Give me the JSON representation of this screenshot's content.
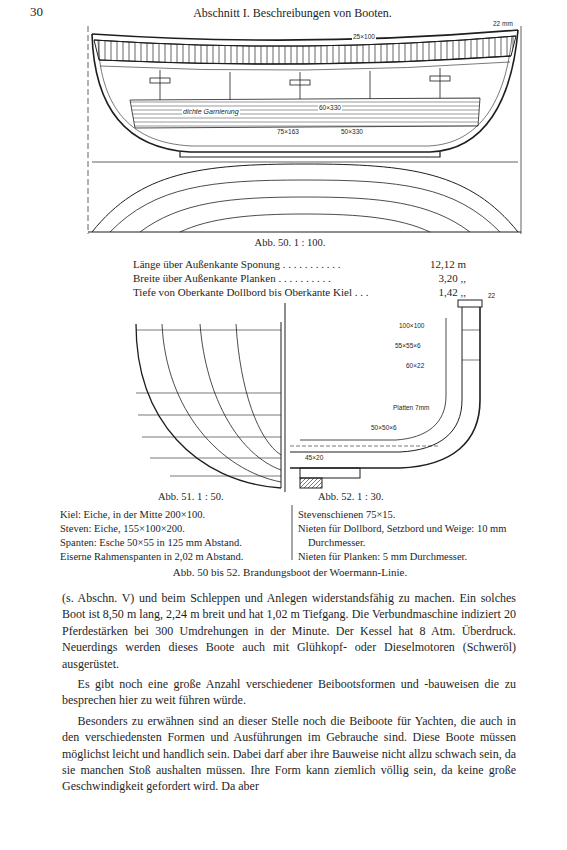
{
  "diagram": {
    "title": "Abschnitt I. Beschreibungen von Booten.",
    "caption": "Abb. 50 bis 52. Brandungsboot der Woermann-Linie.",
    "labels": [
      "30",
      "25×100",
      "22 mm",
      "60×330",
      "75×163",
      "50×330",
      "dichte Garnierung",
      "Abb. 50. 1 : 100.",
      "Länge über Außenkante Sponung . . . . . . . . . . .",
      "12,12 m",
      "Breite über Außenkante Planken . . . . . . . . . .",
      "3,20 ,,",
      "Tiefe von Oberkante Dollbord bis Oberkante Kiel . . .",
      "1,42 ,,",
      "22",
      "100×100",
      "55×55×6",
      "60×22",
      "Platten 7mm",
      "50×50×6",
      "45×20",
      "Abb. 51. 1 : 50.",
      "Abb. 52. 1 : 30.",
      "Kiel: Eiche, in der Mitte 200×100.",
      "Steven: Eiche, 155×100×200.",
      "Spanten: Esche 50×55 in 125 mm Abstand.",
      "Eiserne Rahmenspanten in 2,02 m Abstand.",
      "Stevenschienen 75×15.",
      "Nieten für Dollbord, Setzbord und Weige: 10 mm Durchmesser.",
      "Nieten für Planken: 5 mm Durchmesser.",
      "(s. Abschn. V) und beim Schleppen und Anlegen widerstandsfähig zu machen. Ein solches Boot ist 8,50 m lang, 2,24 m breit und hat 1,02 m Tiefgang. Die Verbundmaschine indiziert 20 Pferdestärken bei 300 Umdrehungen in der Minute. Der Kessel hat 8 Atm. Überdruck. Neuerdings werden dieses Boote auch mit Glühkopf- oder Dieselmotoren (Schweröl) ausgerüstet.",
      "Es gibt noch eine große Anzahl verschiedener Beibootsformen und -bauweisen die zu besprechen hier zu weit führen würde.",
      "Besonders zu erwähnen sind an dieser Stelle noch die Beiboote für Yachten, die auch in den verschiedensten Formen und Ausführungen im Gebrauche sind. Diese Boote müssen möglichst leicht und handlich sein. Dabei darf aber ihre Bauweise nicht allzu schwach sein, da sie manchen Stoß aushalten müssen. Ihre Form kann ziemlich völlig sein, da keine große Geschwindigkeit gefordert wird. Da aber"
    ]
  }
}
